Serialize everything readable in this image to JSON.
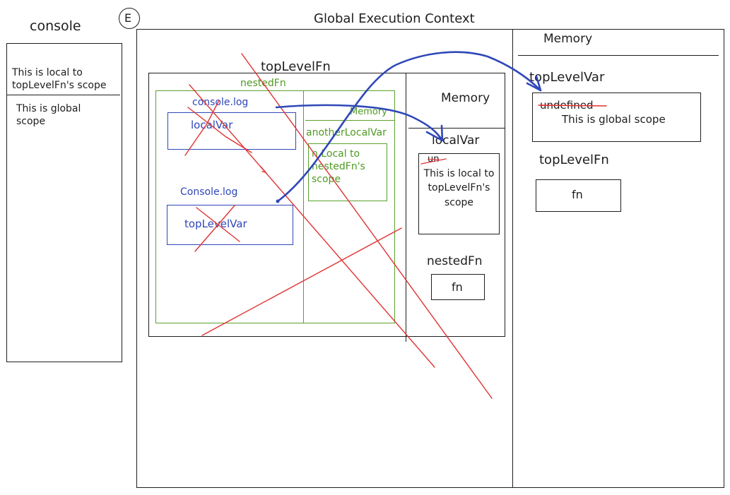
{
  "badge": "E",
  "console": {
    "title": "console",
    "lines": [
      "This is local to topLevelFn's scope",
      "This is global scope"
    ]
  },
  "global": {
    "title": "Global Execution Context",
    "memory": {
      "title": "Memory",
      "vars": [
        {
          "name": "topLevelVar",
          "old_value": "undefined",
          "value": "This is global scope"
        },
        {
          "name": "topLevelFn",
          "value": "fn"
        }
      ]
    }
  },
  "topLevelFn": {
    "title": "topLevelFn",
    "memory": {
      "title": "Memory",
      "vars": [
        {
          "name": "localVar",
          "old_value": "un",
          "value": "This is local to topLevelFn's scope"
        },
        {
          "name": "nestedFn",
          "value": "fn"
        }
      ]
    }
  },
  "nestedFn": {
    "title": "nestedFn",
    "statements": [
      {
        "call": "console.log",
        "arg": "localVar"
      },
      {
        "call": "Console.log",
        "arg": "topLevelVar"
      }
    ],
    "memory": {
      "title": "Memory",
      "vars": [
        {
          "name": "anotherLocalVar",
          "value": "n Local to nestedFn's scope"
        }
      ]
    }
  }
}
